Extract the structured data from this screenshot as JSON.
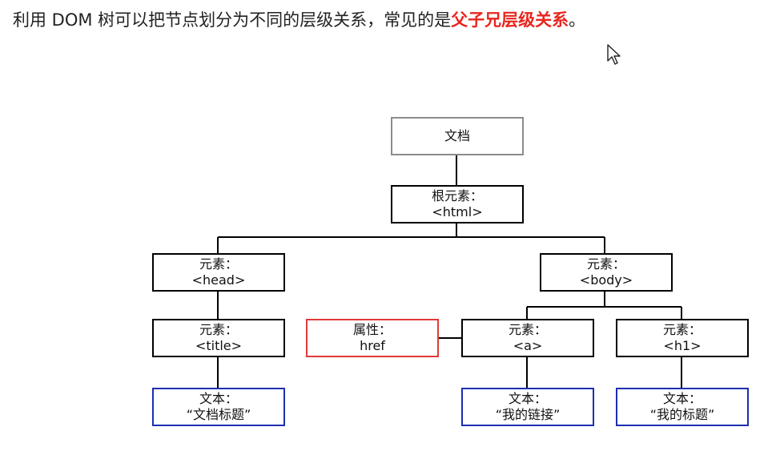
{
  "heading": {
    "text_prefix": "利用 DOM 树可以把节点划分为不同的层级关系，常见的是",
    "highlight": "父子兄层级关系",
    "text_suffix": "。"
  },
  "colors": {
    "highlight_text": "#e8261e",
    "document_border": "#8c8c8c",
    "element_border": "#000000",
    "attribute_border": "#e13a3a",
    "text_border": "#1c2fb0"
  },
  "tree": {
    "document": {
      "line1": "文档"
    },
    "root": {
      "line1": "根元素：",
      "line2": "<html>"
    },
    "head": {
      "line1": "元素：",
      "line2": "<head>"
    },
    "body": {
      "line1": "元素：",
      "line2": "<body>"
    },
    "title": {
      "line1": "元素：",
      "line2": "<title>"
    },
    "attr": {
      "line1": "属性：",
      "line2": "href"
    },
    "a": {
      "line1": "元素：",
      "line2": "<a>"
    },
    "h1": {
      "line1": "元素：",
      "line2": "<h1>"
    },
    "text_title": {
      "line1": "文本：",
      "line2": "“文档标题”"
    },
    "text_link": {
      "line1": "文本：",
      "line2": "“我的链接”"
    },
    "text_h1": {
      "line1": "文本：",
      "line2": "“我的标题”"
    }
  }
}
